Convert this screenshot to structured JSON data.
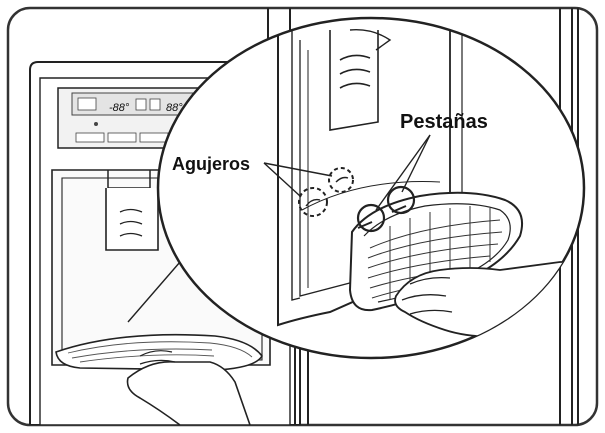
{
  "labels": {
    "holes": "Agujeros",
    "tabs": "Pestañas"
  },
  "display": {
    "readout_1": "-88°",
    "readout_2": "88°"
  }
}
